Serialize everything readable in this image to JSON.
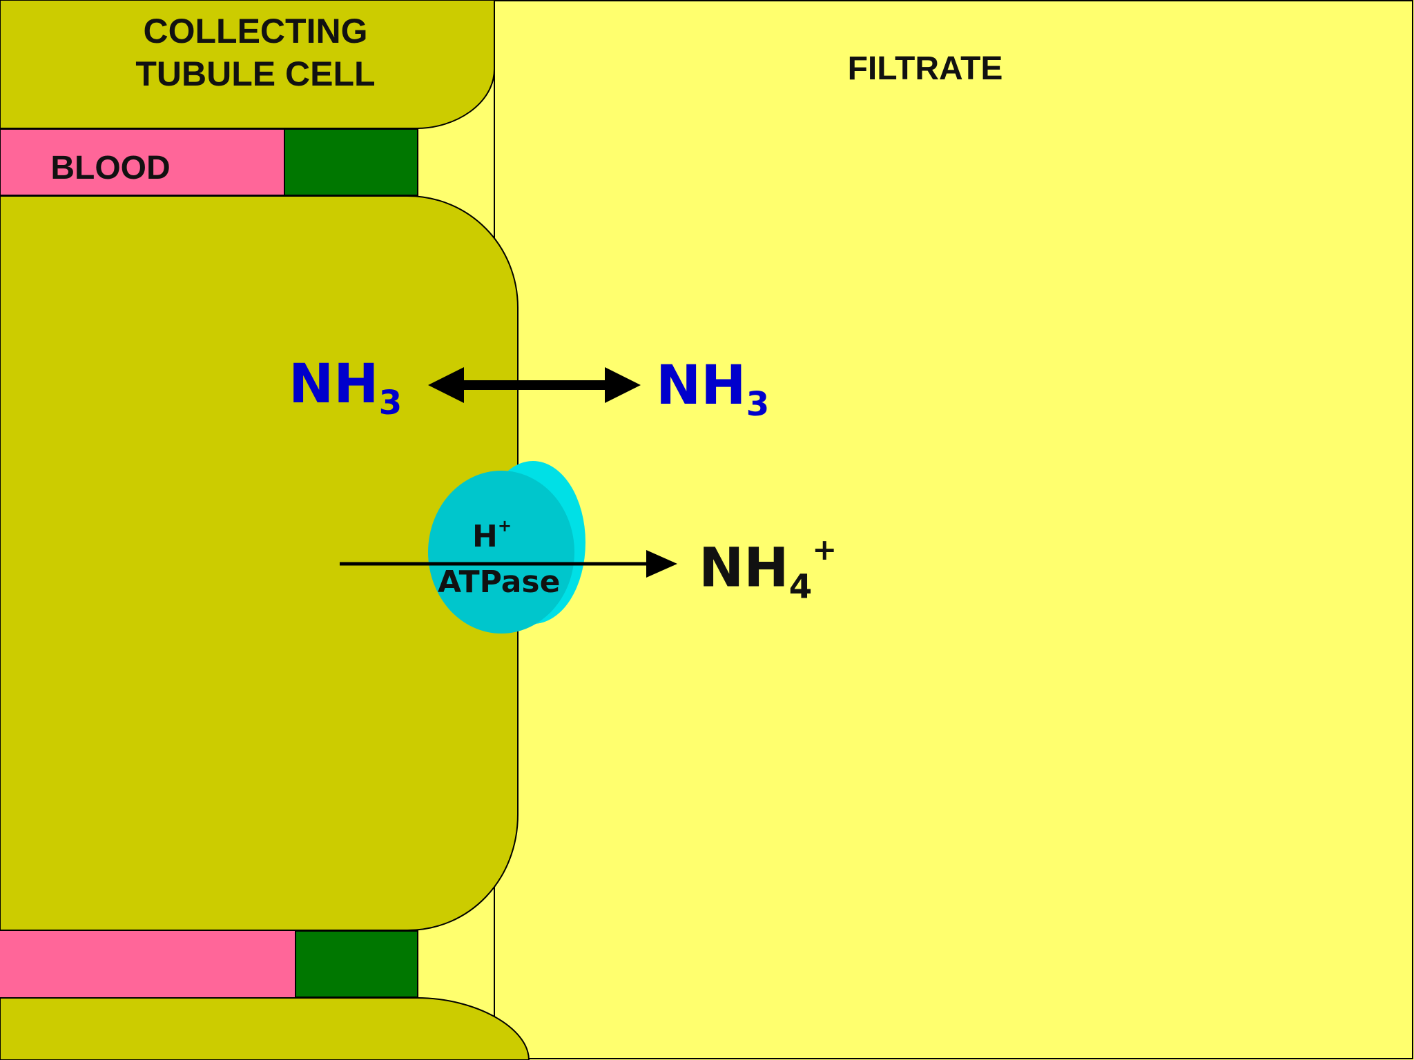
{
  "labels": {
    "cell": "COLLECTING TUBULE CELL",
    "blood": "BLOOD",
    "filtrate": "FILTRATE"
  },
  "species": {
    "cell_ammonia": {
      "base": "NH",
      "sub": "3"
    },
    "filtrate_ammonia": {
      "base": "NH",
      "sub": "3"
    },
    "ammonium": {
      "base": "NH",
      "sub": "4",
      "sup": "+"
    }
  },
  "pump": {
    "ion": "H",
    "ion_charge": "+",
    "name": "ATPase"
  },
  "colors": {
    "filtrate": "#ffff6e",
    "cell": "#cccc00",
    "blood": "#ff6699",
    "junction": "#007700",
    "pump": "#00c8d0",
    "ammonia_text": "#0000cc",
    "ammonium_text": "#111111"
  }
}
